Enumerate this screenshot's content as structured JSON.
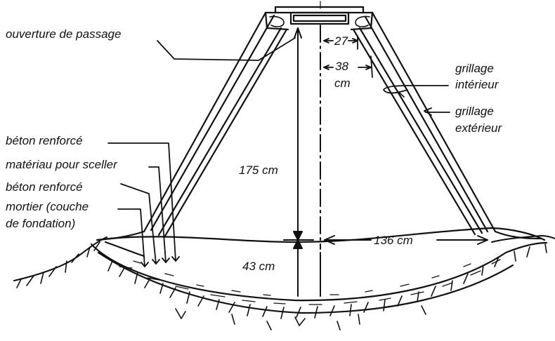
{
  "labels": {
    "ouverture": "ouverture de passage",
    "beton1": "béton renforcé",
    "materiau": "matériau pour sceller",
    "beton2": "béton renforcé",
    "mortier_l1": "mortier (couche",
    "mortier_l2": "de fondation)",
    "grillage_int_l1": "grillage",
    "grillage_int_l2": "intérieur",
    "grillage_ext_l1": "grillage",
    "grillage_ext_l2": "extérieur"
  },
  "dimensions": {
    "d27": "27",
    "d38_l1": "38",
    "d38_l2": "cm",
    "d175": "175 cm",
    "d136": "136 cm",
    "d43": "43 cm"
  },
  "colors": {
    "ink": "#111111",
    "background": "#ffffff"
  }
}
